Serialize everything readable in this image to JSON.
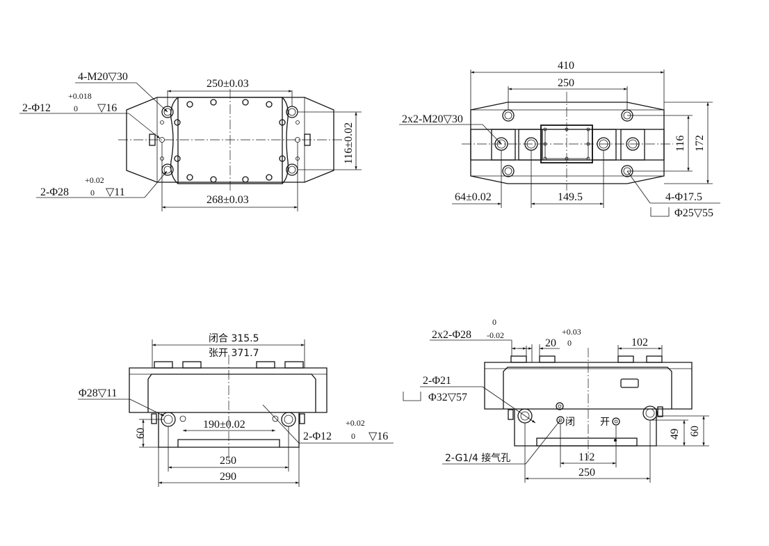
{
  "views": {
    "top_left": {
      "m20": "4-M20▽30",
      "pin12": "2-Φ12",
      "pin12_tol_up": "+0.018",
      "pin12_tol_low": "0",
      "pin12_depth": "▽16",
      "d250": "250±0.03",
      "d116": "116±0.02",
      "pin28": "2-Φ28",
      "pin28_tol_up": "+0.02",
      "pin28_tol_low": "0",
      "pin28_depth": "▽11",
      "d268": "268±0.03"
    },
    "top_right": {
      "d410": "410",
      "d250": "250",
      "m20": "2x2-M20▽30",
      "d116": "116",
      "d172": "172",
      "d64": "64±0.02",
      "d149": "149.5",
      "hole175": "4-Φ17.5",
      "cbore": "Φ25▽55"
    },
    "bottom_left": {
      "closed": "闭合 315.5",
      "open": "张开 371.7",
      "pin28": "Φ28▽11",
      "d60": "60",
      "d190": "190±0.02",
      "pin12": "2-Φ12",
      "pin12_tol_up": "+0.02",
      "pin12_tol_low": "0",
      "pin12_depth": "▽16",
      "d250": "250",
      "d290": "290"
    },
    "bottom_right": {
      "pin28": "2x2-Φ28",
      "pin28_tol_up": "0",
      "pin28_tol_low": "-0.02",
      "d20": "20",
      "d20_tol_up": "+0.03",
      "d20_tol_low": "0",
      "d102": "102",
      "hole21": "2-Φ21",
      "cbore32": "Φ32▽57",
      "label_close": "闭",
      "label_open": "开",
      "d49": "49",
      "d60": "60",
      "air": "2-G1/4 接气孔",
      "d112": "112",
      "d250": "250"
    }
  }
}
